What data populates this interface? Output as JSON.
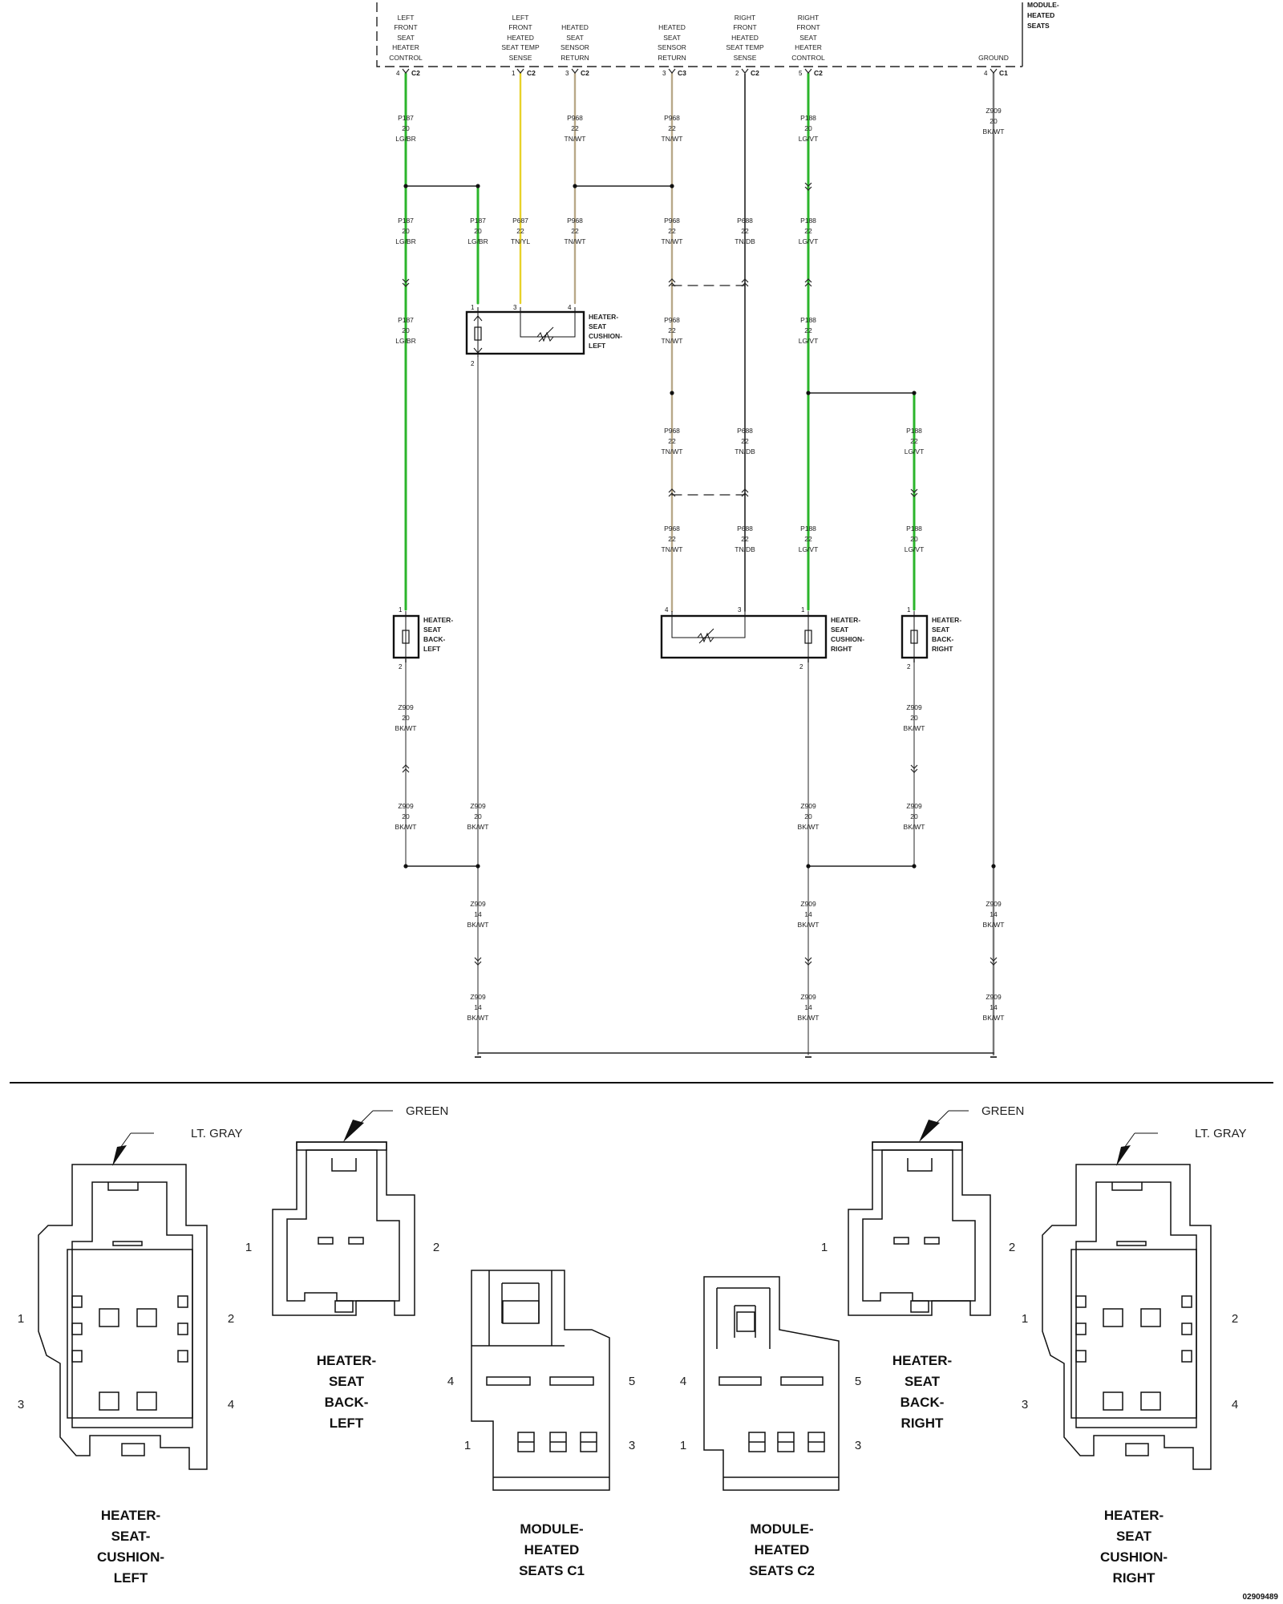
{
  "module": {
    "title_line1": "MODULE-",
    "title_line2": "HEATED",
    "title_line3": "SEATS"
  },
  "terminals": [
    {
      "l1": "LEFT",
      "l2": "FRONT",
      "l3": "SEAT",
      "l4": "HEATER",
      "l5": "CONTROL",
      "pin": "4",
      "conn": "C2"
    },
    {
      "l1": "LEFT",
      "l2": "FRONT",
      "l3": "HEATED",
      "l4": "SEAT TEMP",
      "l5": "SENSE",
      "pin": "1",
      "conn": "C2"
    },
    {
      "l1": "HEATED",
      "l2": "SEAT",
      "l3": "SENSOR",
      "l4": "RETURN",
      "pin": "3",
      "conn": "C2"
    },
    {
      "l1": "HEATED",
      "l2": "SEAT",
      "l3": "SENSOR",
      "l4": "RETURN",
      "pin": "3",
      "conn": "C3"
    },
    {
      "l1": "RIGHT",
      "l2": "FRONT",
      "l3": "HEATED",
      "l4": "SEAT TEMP",
      "l5": "SENSE",
      "pin": "2",
      "conn": "C2"
    },
    {
      "l1": "RIGHT",
      "l2": "FRONT",
      "l3": "SEAT",
      "l4": "HEATER",
      "l5": "CONTROL",
      "pin": "5",
      "conn": "C2"
    },
    {
      "l1": "GROUND",
      "pin": "4",
      "conn": "C1"
    }
  ],
  "wires": {
    "p187_20": {
      "c": "P187",
      "g": "20",
      "col": "LG/BR"
    },
    "p687_22": {
      "c": "P687",
      "g": "22",
      "col": "TN/YL"
    },
    "p968_22": {
      "c": "P968",
      "g": "22",
      "col": "TN/WT"
    },
    "p688_22": {
      "c": "P688",
      "g": "22",
      "col": "TN/DB"
    },
    "p188_20": {
      "c": "P188",
      "g": "20",
      "col": "LG/VT"
    },
    "p188_22": {
      "c": "P188",
      "g": "22",
      "col": "LG/VT"
    },
    "z909_20": {
      "c": "Z909",
      "g": "20",
      "col": "BK/WT"
    },
    "z909_14": {
      "c": "Z909",
      "g": "14",
      "col": "BK/WT"
    }
  },
  "components": {
    "cushion_left": {
      "l1": "HEATER-",
      "l2": "SEAT",
      "l3": "CUSHION-",
      "l4": "LEFT"
    },
    "back_left": {
      "l1": "HEATER-",
      "l2": "SEAT",
      "l3": "BACK-",
      "l4": "LEFT"
    },
    "cushion_right": {
      "l1": "HEATER-",
      "l2": "SEAT",
      "l3": "CUSHION-",
      "l4": "RIGHT"
    },
    "back_right": {
      "l1": "HEATER-",
      "l2": "SEAT",
      "l3": "BACK-",
      "l4": "RIGHT"
    }
  },
  "connectors": {
    "cushion_left": {
      "color": "LT. GRAY",
      "l1": "HEATER-",
      "l2": "SEAT-",
      "l3": "CUSHION-",
      "l4": "LEFT",
      "pins": [
        "1",
        "2",
        "3",
        "4"
      ]
    },
    "back_left": {
      "color": "GREEN",
      "l1": "HEATER-",
      "l2": "SEAT",
      "l3": "BACK-",
      "l4": "LEFT",
      "pins": [
        "1",
        "2"
      ]
    },
    "module_c1": {
      "l1": "MODULE-",
      "l2": "HEATED",
      "l3": "SEATS C1",
      "pins": [
        "4",
        "5",
        "1",
        "3"
      ]
    },
    "module_c2": {
      "l1": "MODULE-",
      "l2": "HEATED",
      "l3": "SEATS C2",
      "pins": [
        "4",
        "5",
        "1",
        "3"
      ]
    },
    "back_right": {
      "color": "GREEN",
      "l1": "HEATER-",
      "l2": "SEAT",
      "l3": "BACK-",
      "l4": "RIGHT",
      "pins": [
        "1",
        "2"
      ]
    },
    "cushion_right": {
      "color": "LT. GRAY",
      "l1": "HEATER-",
      "l2": "SEAT",
      "l3": "CUSHION-",
      "l4": "RIGHT",
      "pins": [
        "1",
        "2",
        "3",
        "4"
      ]
    }
  },
  "figure_code": "02909489",
  "colors": {
    "green": "#2bb52b",
    "yellow": "#e8d22a",
    "tan": "#b8a888",
    "black": "#222222",
    "gray": "#888888"
  }
}
